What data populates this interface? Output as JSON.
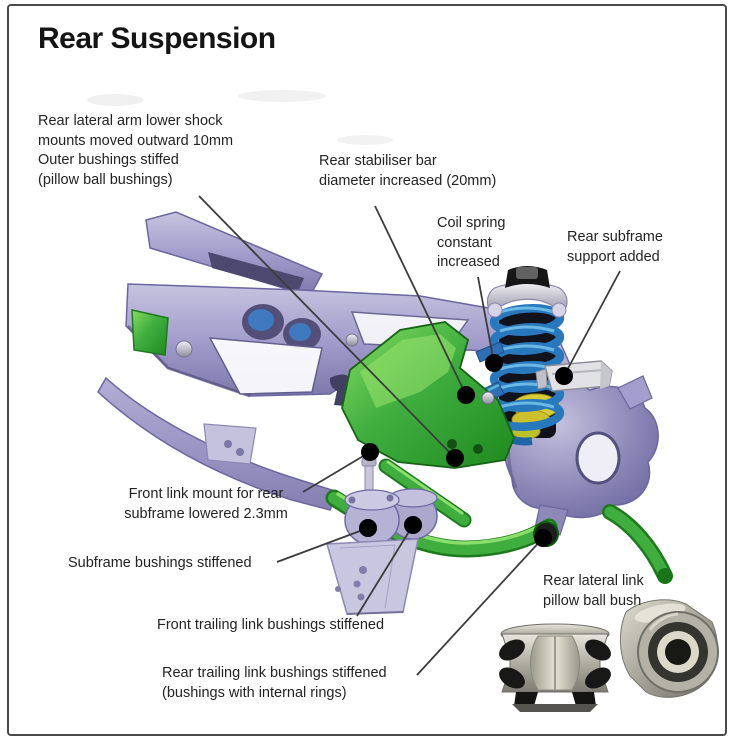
{
  "title": "Rear Suspension",
  "annotations": {
    "rear_lateral_arm": "Rear lateral arm lower shock\nmounts moved outward 10mm\nOuter bushings stiffed\n(pillow ball bushings)",
    "rear_stabiliser_bar": "Rear stabiliser bar\ndiameter increased (20mm)",
    "coil_spring": "Coil spring\nconstant\nincreased",
    "rear_subframe_support": "Rear subframe\nsupport added",
    "front_link_mount": "Front link mount for rear\nsubframe lowered 2.3mm",
    "subframe_bushings": "Subframe bushings stiffened",
    "front_trailing_link": "Front trailing link bushings stiffened",
    "rear_trailing_link": "Rear trailing link bushings stiffened\n(bushings with internal rings)",
    "pillow_ball_bush": "Rear lateral link\npillow ball bush"
  },
  "colors": {
    "frame_lavender": "#a29dcb",
    "link_green": "#3fae3f",
    "spring_blue": "#2e86c8",
    "bump_stop_yellow": "#d6ca34",
    "stabiliser_blue": "#2f6fb5",
    "marker_dot": "#000000",
    "leader_line": "#3c3c3c",
    "border": "#4a4a4a",
    "text": "#232323",
    "background": "#ffffff"
  }
}
